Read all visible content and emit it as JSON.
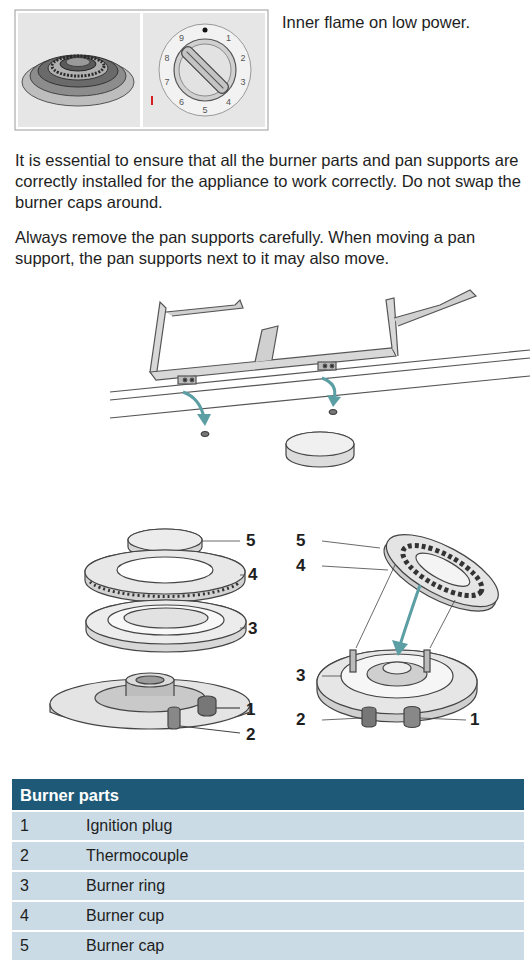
{
  "diagram": {
    "labels": [
      "Inner flame on low power.",
      "It is essential to ensure that all the burner parts and pan supports are correctly installed for the appliance to work correctly. Do not swap the burner caps around.",
      "Always remove the pan supports carefully. When moving a pan support, the pan supports next to it may also move.",
      "9",
      "1",
      "2",
      "3",
      "4",
      "5",
      "6",
      "7",
      "8",
      "5",
      "4",
      "3",
      "1",
      "2",
      "5",
      "4",
      "3",
      "2",
      "1",
      "Burner parts",
      "1",
      "Ignition plug",
      "2",
      "Thermocouple",
      "3",
      "Burner ring",
      "4",
      "Burner cup",
      "5",
      "Burner cap"
    ]
  }
}
